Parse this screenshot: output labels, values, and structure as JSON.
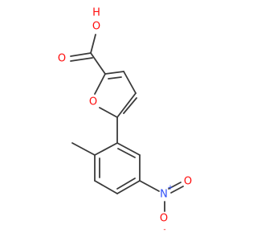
{
  "structure": {
    "labels": {
      "hydroxyl_oxygen": "O",
      "hydroxyl_hydrogen": "H",
      "carbonyl_oxygen": "O",
      "furan_oxygen": "O",
      "nitro_nitrogen": "N",
      "nitro_nitrogen_charge": "+",
      "nitro_oxygen_double": "O",
      "nitro_oxygen_single": "O",
      "nitro_oxygen_charge": "-"
    },
    "colors": {
      "oxygen": "#ff0d0d",
      "nitrogen": "#3050f8",
      "bond": "#3a3a3a"
    }
  }
}
